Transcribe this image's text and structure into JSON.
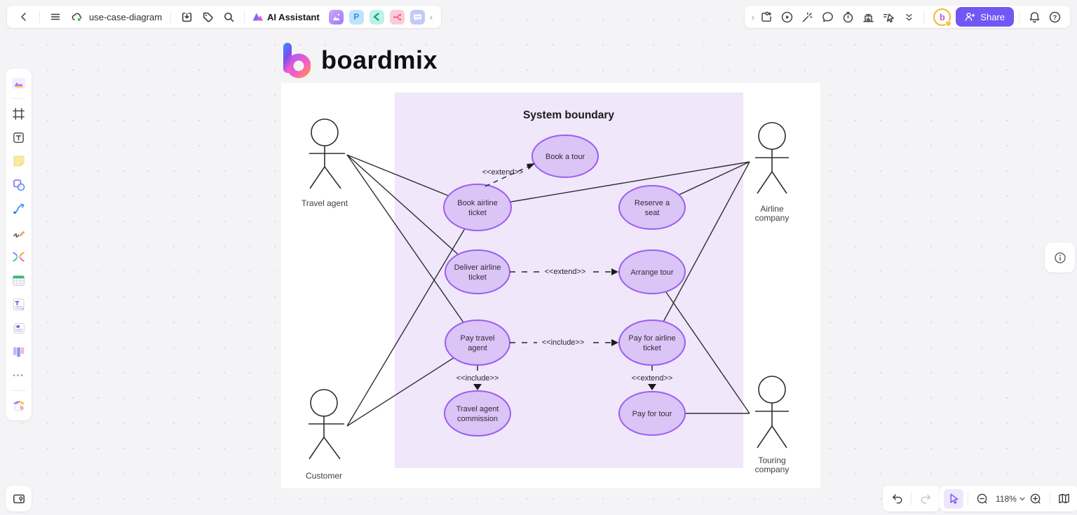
{
  "colors": {
    "accent_purple": "#7257F5",
    "usecase_fill": "#DBC4F6",
    "usecase_stroke": "#9C5DF2",
    "boundary_fill": "#F0E7FB",
    "avatar_ring": "#F7B62B"
  },
  "glyphs": {
    "back": "‹",
    "collapse_left": "‹",
    "expand_right": "›",
    "more_dots": "•••",
    "p_chip": "P",
    "question": "?",
    "avatar_letter": "b"
  },
  "toolbar_left": {
    "file_name": "use-case-diagram",
    "ai_assistant": "AI Assistant"
  },
  "toolbar_right": {
    "share": "Share"
  },
  "footer": {
    "zoom": "118%"
  },
  "canvas": {
    "logo_word": "boardmix",
    "diagram": {
      "title": "System boundary",
      "stereotype_extend": "<<extend>>",
      "stereotype_include": "<<include>>",
      "actors": [
        {
          "id": "travel-agent",
          "lines": [
            "Travel agent"
          ]
        },
        {
          "id": "customer",
          "lines": [
            "Customer"
          ]
        },
        {
          "id": "airline-company",
          "lines": [
            "Airline",
            "company"
          ]
        },
        {
          "id": "touring-company",
          "lines": [
            "Touring",
            "company"
          ]
        }
      ],
      "use_cases": [
        {
          "id": "book-a-tour",
          "lines": [
            "Book a tour"
          ]
        },
        {
          "id": "book-airline-ticket",
          "lines": [
            "Book airline",
            "ticket"
          ]
        },
        {
          "id": "reserve-a-seat",
          "lines": [
            "Reserve a",
            "seat"
          ]
        },
        {
          "id": "deliver-airline-ticket",
          "lines": [
            "Deliver airline",
            "ticket"
          ]
        },
        {
          "id": "arrange-tour",
          "lines": [
            "Arrange tour"
          ]
        },
        {
          "id": "pay-travel-agent",
          "lines": [
            "Pay travel",
            "agent"
          ]
        },
        {
          "id": "pay-for-airline-ticket",
          "lines": [
            "Pay for airline",
            "ticket"
          ]
        },
        {
          "id": "travel-agent-commission",
          "lines": [
            "Travel agent",
            "commission"
          ]
        },
        {
          "id": "pay-for-tour",
          "lines": [
            "Pay for tour"
          ]
        }
      ]
    }
  }
}
